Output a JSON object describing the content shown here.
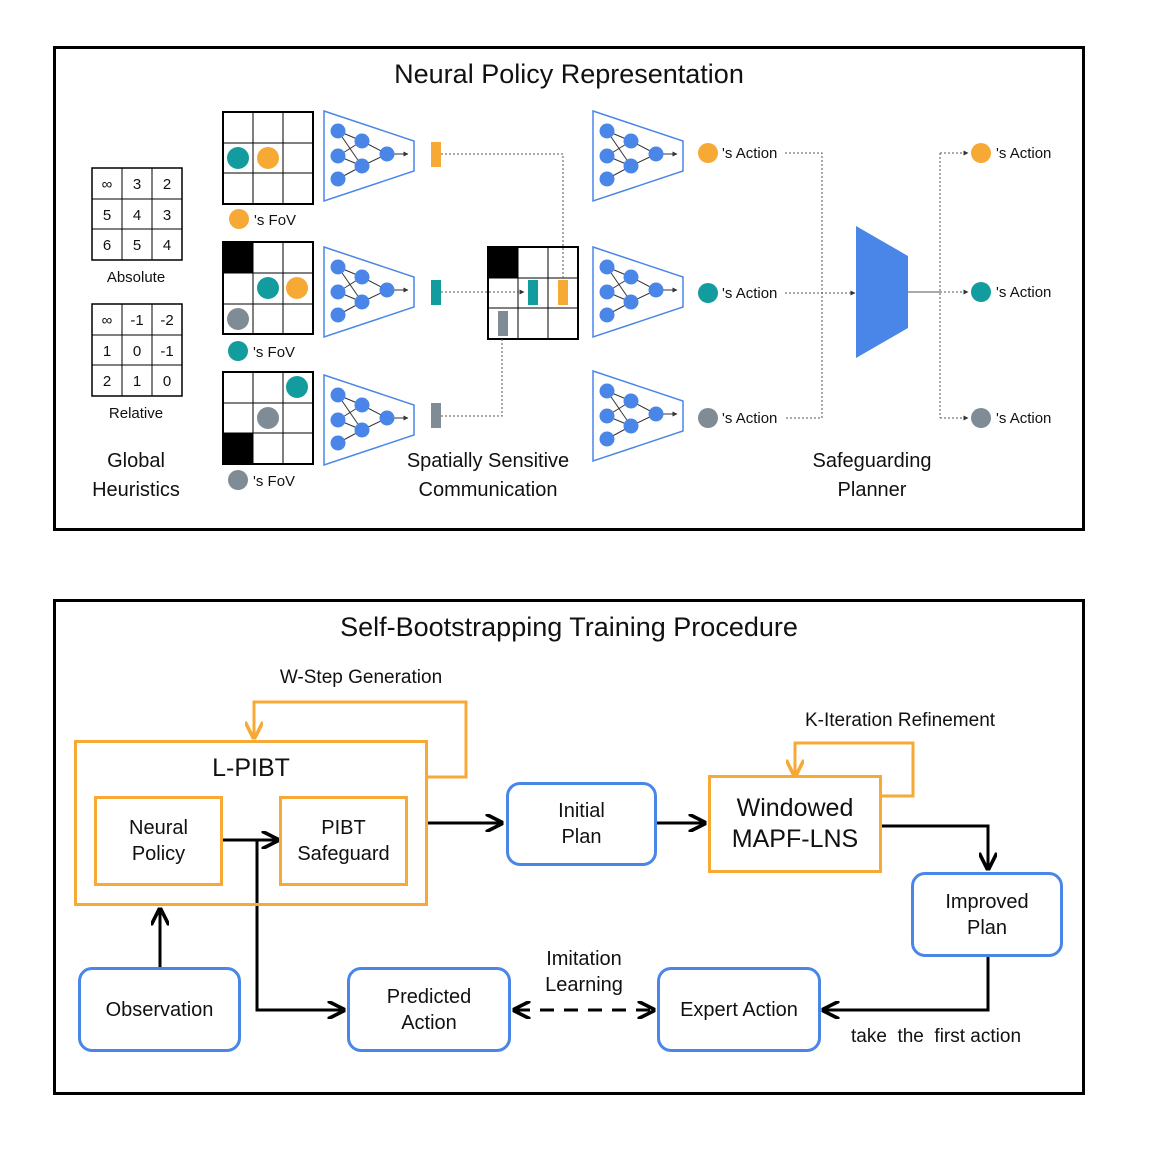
{
  "top_panel": {
    "title": "Neural Policy Representation",
    "global_heuristics": {
      "absolute_grid": [
        [
          "∞",
          "3",
          "2"
        ],
        [
          "5",
          "4",
          "3"
        ],
        [
          "6",
          "5",
          "4"
        ]
      ],
      "absolute_label": "Absolute",
      "relative_grid": [
        [
          "∞",
          "-1",
          "-2"
        ],
        [
          "1",
          "0",
          "-1"
        ],
        [
          "2",
          "1",
          "0"
        ]
      ],
      "relative_label": "Relative",
      "label": "Global\nHeuristics"
    },
    "fov_label": "'s FoV",
    "action_label": "'s Action",
    "communication_label": "Spatially Sensitive\nCommunication",
    "planner_label": "Safeguarding\nPlanner"
  },
  "bottom_panel": {
    "title": "Self-Bootstrapping Training Procedure",
    "w_step_label": "W-Step Generation",
    "k_iter_label": "K-Iteration Refinement",
    "lpibt_label": "L-PIBT",
    "neural_policy": "Neural\nPolicy",
    "pibt_safeguard": "PIBT\nSafeguard",
    "initial_plan": "Initial\nPlan",
    "windowed_lns": "Windowed\nMAPF-LNS",
    "improved_plan": "Improved\nPlan",
    "observation": "Observation",
    "predicted_action": "Predicted\nAction",
    "imitation_learning": "Imitation\nLearning",
    "expert_action": "Expert Action",
    "take_first_action": "take  the  first action"
  },
  "colors": {
    "agent_orange": "#f6a935",
    "agent_teal": "#139c9e",
    "agent_gray": "#7f8c95",
    "network_blue": "#4a86e8",
    "box_blue": "#4a86e8",
    "box_orange": "#f6a935"
  }
}
